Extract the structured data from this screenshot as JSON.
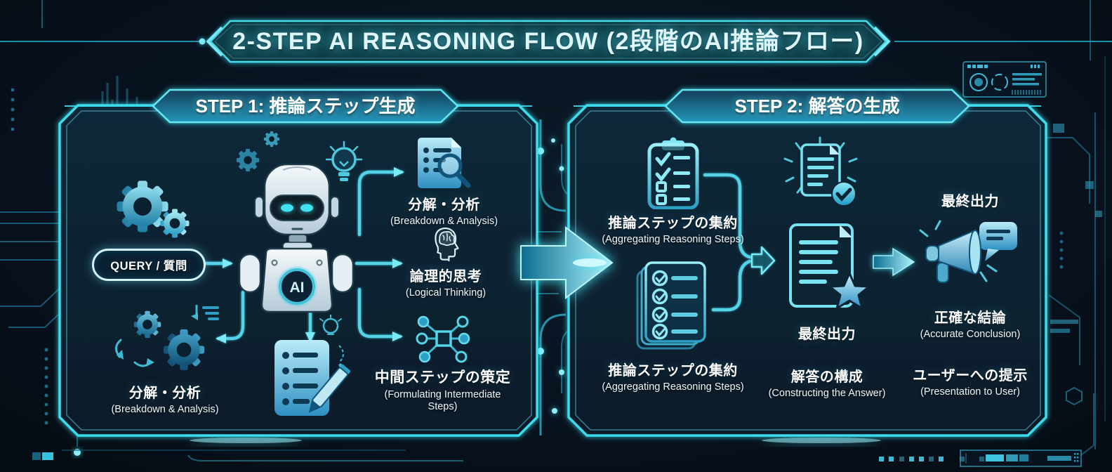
{
  "title": "2-STEP AI REASONING FLOW (2段階のAI推論フロー)",
  "colors": {
    "accent_cyan": "#3fdcec",
    "glow_cyan": "#7ceaf6",
    "panel_fill": "#0c2330",
    "background": "#070e16",
    "text": "#ffffff"
  },
  "icons": [
    "gears-icon",
    "robot-icon",
    "lightbulb-icon",
    "document-magnifier-icon",
    "brain-head-icon",
    "network-nodes-icon",
    "gears-cycle-icon",
    "checklist-pencil-icon",
    "clipboard-check-icon",
    "stacked-checklists-icon",
    "document-check-rays-icon",
    "document-star-icon",
    "megaphone-icon",
    "speech-bubble-icon",
    "flow-arrow-icon",
    "hud-panel"
  ],
  "step1": {
    "header": "STEP 1: 推論ステップ生成",
    "query_label": "QUERY / 質問",
    "robot_badge": "AI",
    "nodes": {
      "breakdown_top": {
        "jp": "分解・分析",
        "en": "(Breakdown & Analysis)"
      },
      "logical_thinking": {
        "jp": "論理的思考",
        "en": "(Logical Thinking)"
      },
      "intermediate_steps": {
        "jp": "中間ステップの策定",
        "en": "(Formulating Intermediate Steps)"
      },
      "breakdown_bottom": {
        "jp": "分解・分析",
        "en": "(Breakdown & Analysis)"
      }
    }
  },
  "step2": {
    "header": "STEP 2: 解答の生成",
    "nodes": {
      "aggregate_top": {
        "jp": "推論ステップの集約",
        "en": "(Aggregating Reasoning Steps)"
      },
      "aggregate_bottom": {
        "jp": "推論ステップの集約",
        "en": "(Aggregating Reasoning Steps)"
      },
      "final_output_mid": {
        "jp": "最終出力"
      },
      "constructing_answer": {
        "jp": "解答の構成",
        "en": "(Constructing the Answer)"
      },
      "final_output_right": {
        "jp": "最終出力"
      },
      "accurate_conclusion": {
        "jp": "正確な結論",
        "en": "(Accurate Conclusion)"
      },
      "presentation_user": {
        "jp": "ユーザーへの提示",
        "en": "(Presentation to User)"
      }
    }
  }
}
